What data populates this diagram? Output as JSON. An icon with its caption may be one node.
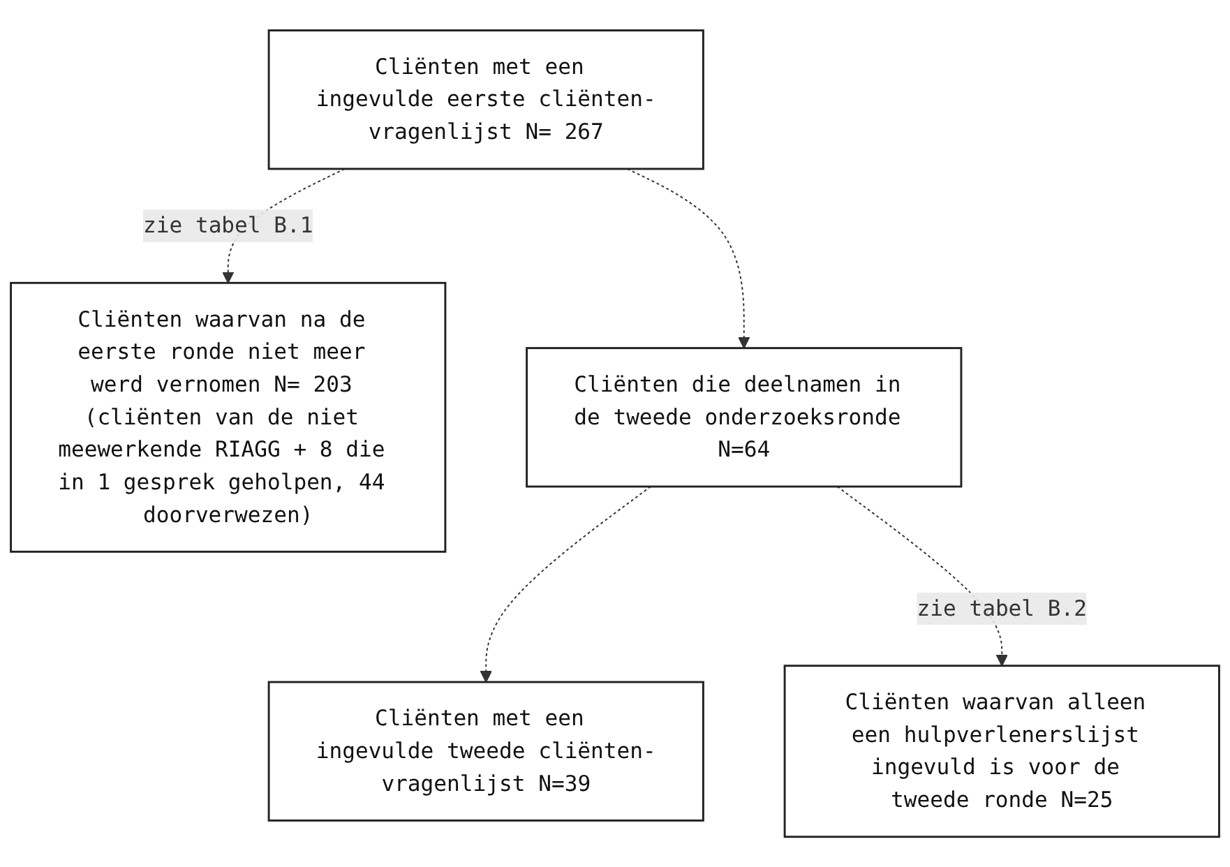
{
  "diagram": {
    "nodes": [
      {
        "text": [
          "Cliënten met een ingevulde eerste cliënten-vragenlijst N= 267"
        ]
      },
      {
        "text": [
          "Cliënten waarvan na de eerste ronde niet meer werd vernomen N= 203 (cliënten van de niet meewerkende RIAGG + 8 die in 1 gesprek geholpen, 44 doorverwezen)"
        ]
      },
      {
        "text": [
          "Cliënten die deelnamen in de tweede onderzoeksronde N=64"
        ]
      },
      {
        "text": [
          "Cliënten waarvan alleen een hulpverlenerslijst ingevuld is voor de tweede ronde N=25"
        ]
      },
      {
        "text": [
          "Cliënten met een ingevulde tweede cliënten-vragenlijst N=39"
        ]
      }
    ],
    "edges": [
      {
        "from": 0,
        "to": 2,
        "arrow": "to",
        "style": "dashed"
      },
      {
        "from": 0,
        "to": 1,
        "arrow": "to",
        "style": "dashed",
        "label": "zie tabel B.1"
      },
      {
        "from": 2,
        "to": 4,
        "arrow": "to",
        "style": "dashed"
      },
      {
        "from": 2,
        "to": 3,
        "arrow": "to",
        "style": "dashed",
        "label": "zie tabel B.2"
      }
    ]
  }
}
